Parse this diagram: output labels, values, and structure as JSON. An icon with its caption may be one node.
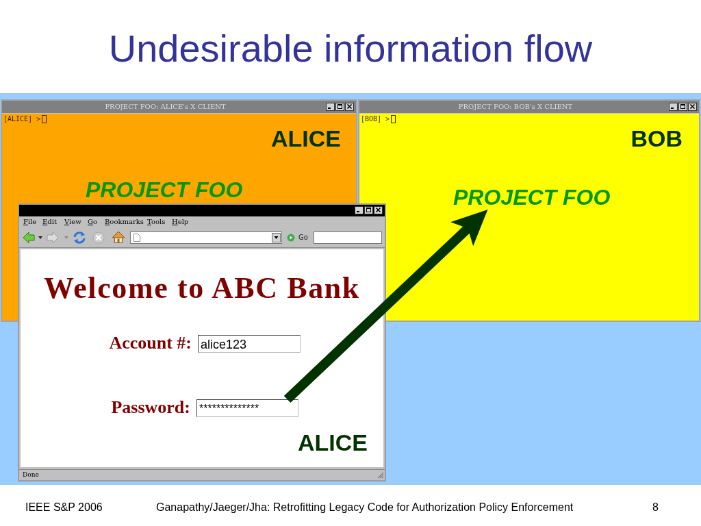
{
  "diagram": {
    "title": "Undesirable information flow",
    "nodes": [
      {
        "text": [
          "PROJECT FOO: ALICE's X CLIENT",
          "[ALICE] >",
          "ALICE",
          "PROJECT FOO"
        ]
      },
      {
        "text": [
          "PROJECT FOO: BOB's X CLIENT",
          "[BOB] >",
          "BOB"
        ]
      },
      {
        "text": [
          "PROJECT FOO"
        ],
        "in": 1
      },
      {
        "text": [
          "Done"
        ]
      },
      {
        "text": [
          "File",
          "Edit",
          "View",
          "Go",
          "Bookmarks",
          "Tools",
          "Help"
        ],
        "in": 3
      },
      {
        "text": [
          "Go"
        ],
        "in": 3
      },
      {
        "text": [
          "Welcome to ABC Bank",
          "Account #:",
          "Password:",
          "ALICE"
        ],
        "in": 3
      },
      {
        "text": [
          "alice123"
        ],
        "in": 6
      },
      {
        "text": [
          "**************"
        ],
        "in": 6
      }
    ],
    "edges": [
      {
        "from": 8,
        "to": 2,
        "arrow": "to"
      }
    ],
    "labels": [
      "IEEE S&P 2006",
      "Ganapathy/Jaeger/Jha: Retrofitting Legacy Code for Authorization Policy Enforcement",
      "8"
    ]
  }
}
